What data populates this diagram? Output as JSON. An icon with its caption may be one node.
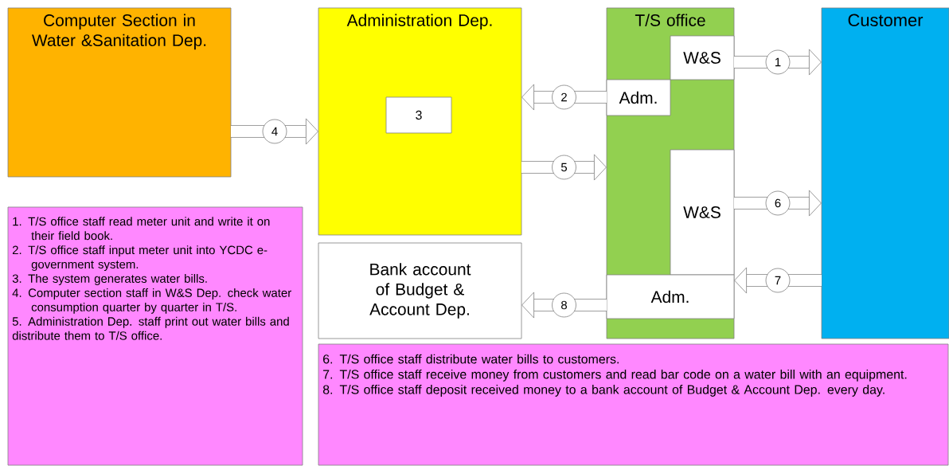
{
  "diagram": {
    "nodes": [
      {
        "text": [
          "Computer Section in Water &Sanitation Dep."
        ]
      },
      {
        "text": [
          "Administration Dep."
        ]
      },
      {
        "text": [
          "3"
        ],
        "in": 1
      },
      {
        "text": [
          "T/S office"
        ]
      },
      {
        "text": [
          "W&S"
        ],
        "in": 3
      },
      {
        "text": [
          "Adm."
        ],
        "in": 3
      },
      {
        "text": [
          "W&S"
        ],
        "in": 3
      },
      {
        "text": [
          "Adm."
        ],
        "in": 3
      },
      {
        "text": [
          "Customer"
        ]
      },
      {
        "text": [
          "Bank account of Budget & Account Dep."
        ]
      },
      {
        "text": [
          "1. T/S office staff read meter unit and write it on their field book.",
          "2. T/S office staff input meter unit into YCDC e-government system.",
          "3. The system generates water bills.",
          "4. Computer section staff in W&S Dep. check water consumption quarter by quarter in T/S.",
          "5. Administration Dep. staff print out water bills and distribute them to T/S office."
        ]
      },
      {
        "text": [
          "6. T/S office staff distribute water bills to customers.",
          "7. T/S office staff receive money from customers and read bar code on a water bill with an equipment.",
          "8. T/S office staff deposit received money to a bank account of Budget & Account Dep. every day."
        ]
      }
    ],
    "edges": [
      {
        "from": 4,
        "to": 8,
        "arrow": "to",
        "label": "1"
      },
      {
        "from": 5,
        "to": 1,
        "arrow": "to",
        "label": "2"
      },
      {
        "from": 0,
        "to": 1,
        "arrow": "to",
        "label": "4"
      },
      {
        "from": 1,
        "to": 3,
        "arrow": "to",
        "label": "5"
      },
      {
        "from": 6,
        "to": 8,
        "arrow": "to",
        "label": "6"
      },
      {
        "from": 8,
        "to": 7,
        "arrow": "to",
        "label": "7"
      },
      {
        "from": 7,
        "to": 9,
        "arrow": "to",
        "label": "8"
      }
    ]
  }
}
